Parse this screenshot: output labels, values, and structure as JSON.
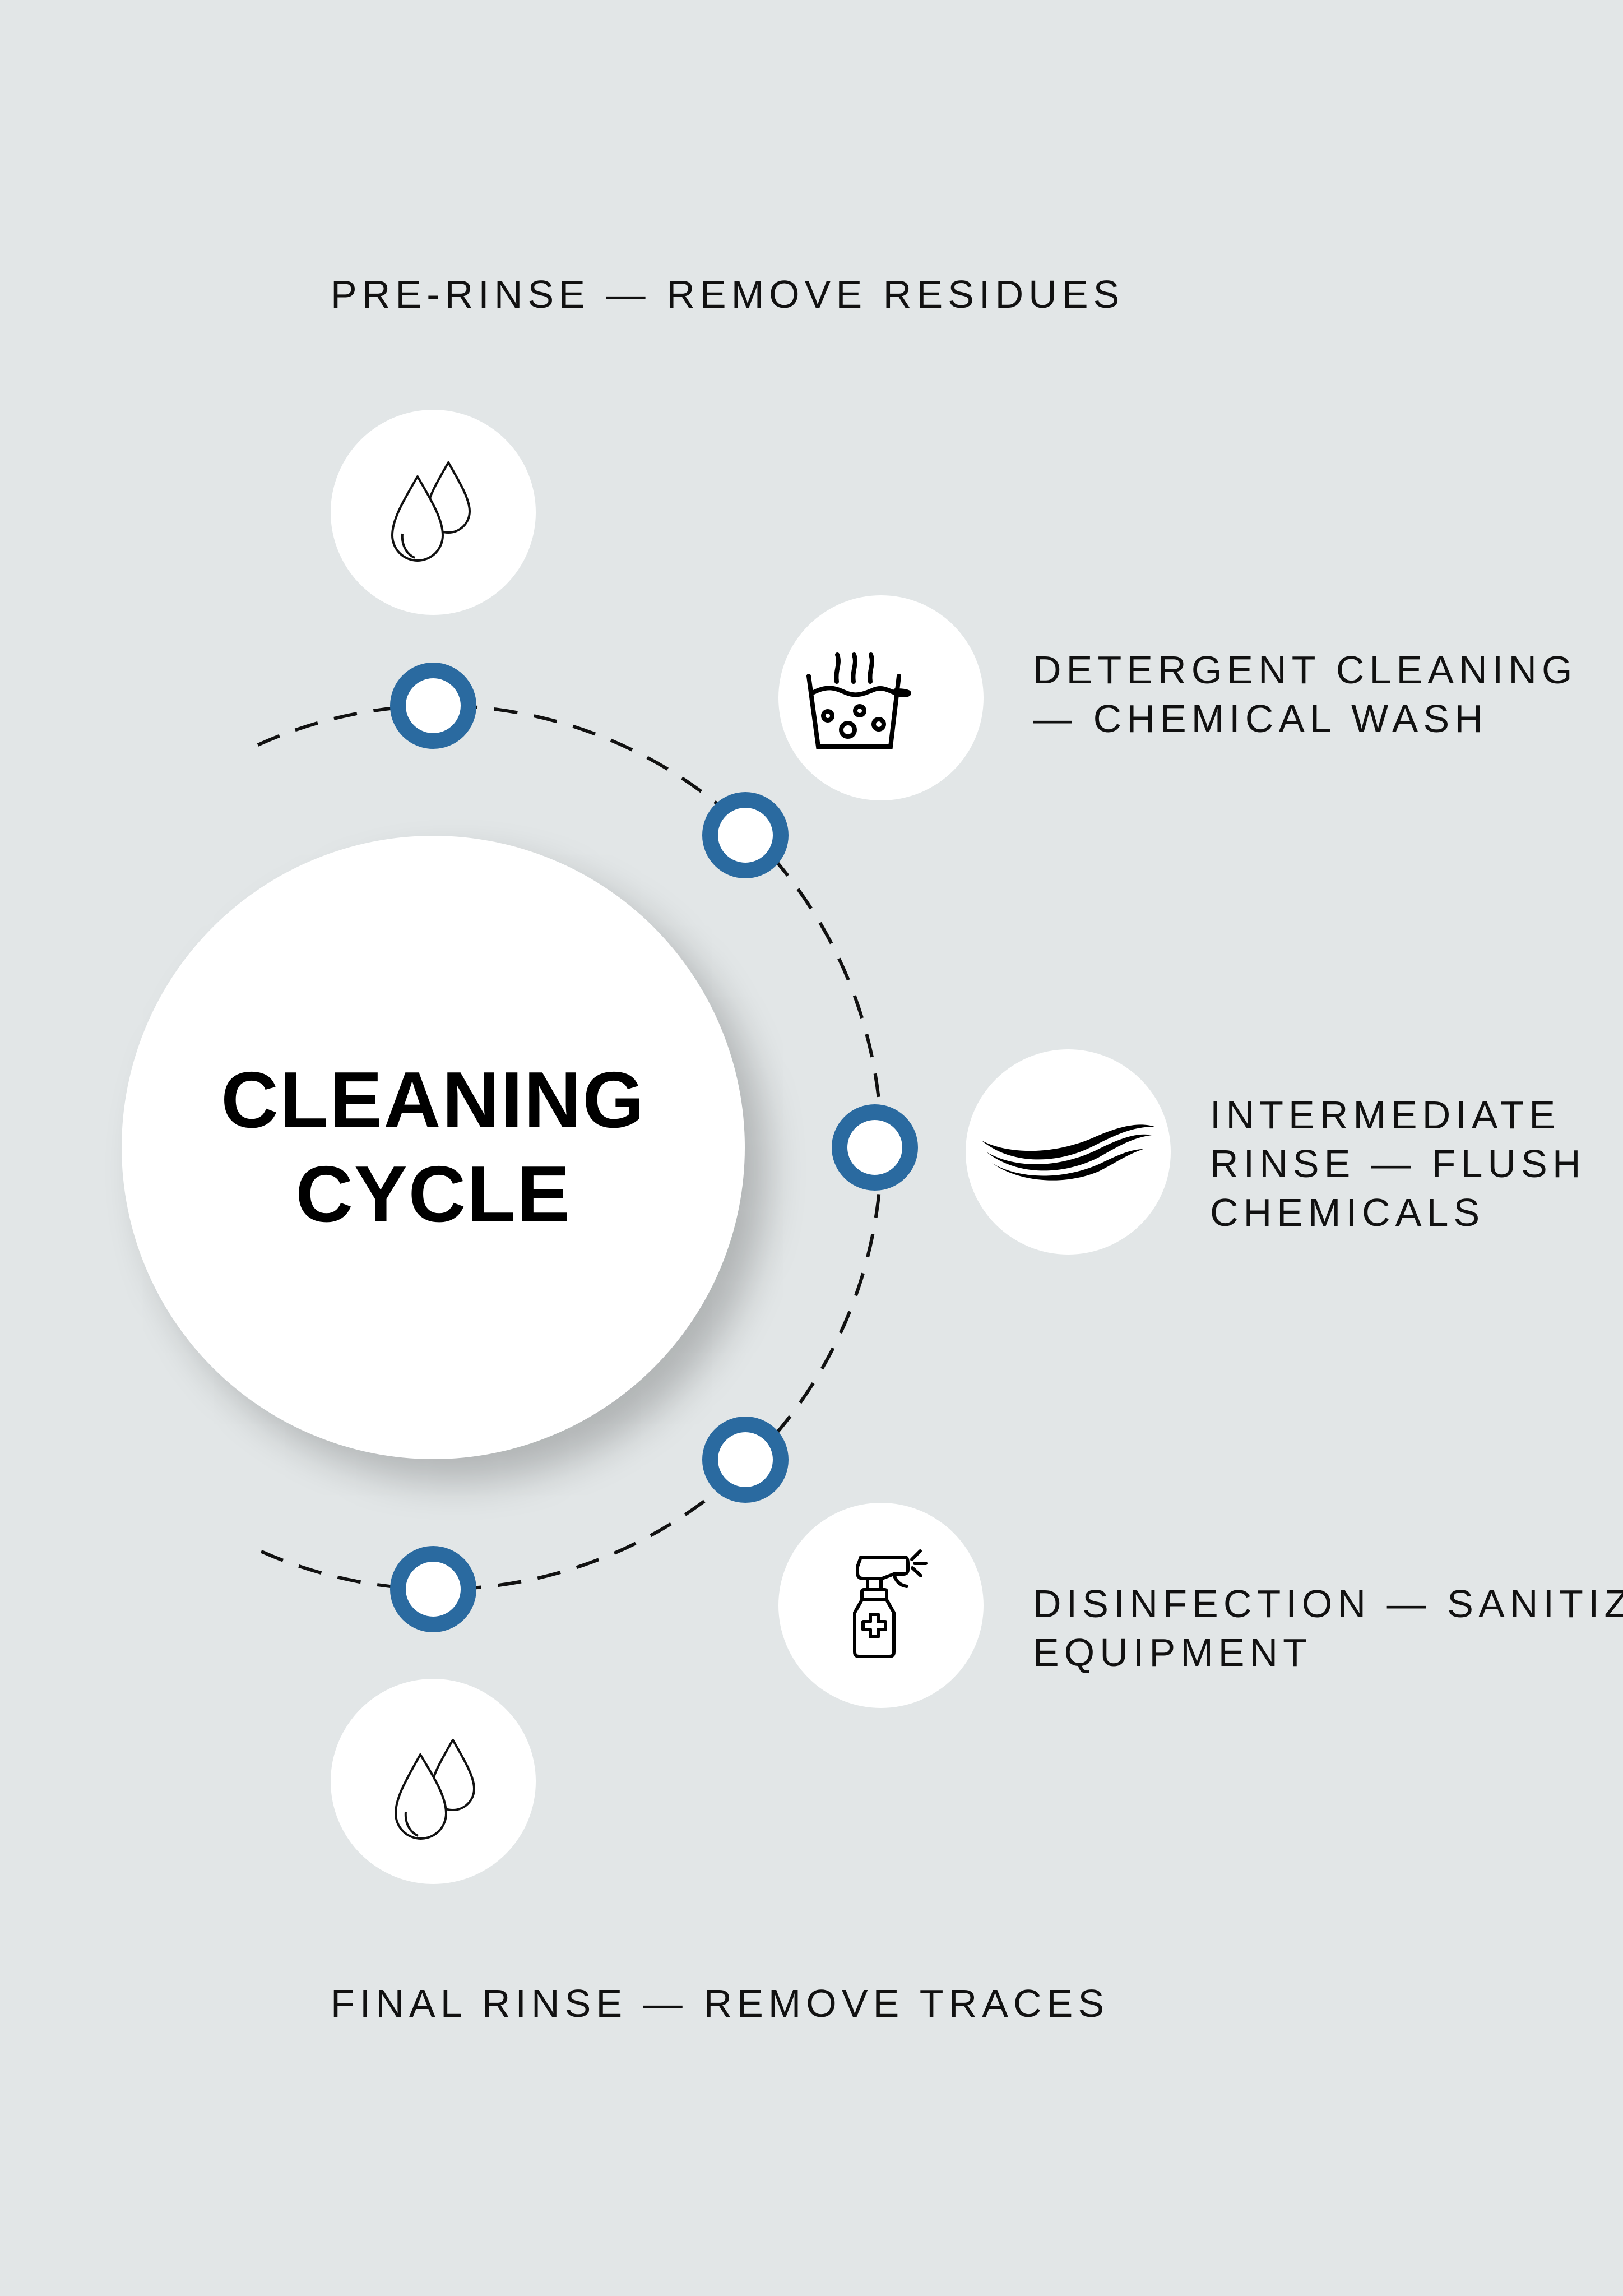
{
  "title": {
    "line1": "CLEANING",
    "line2": "CYCLE"
  },
  "steps": [
    {
      "label_lines": [
        "PRE-RINSE — REMOVE RESIDUES"
      ],
      "icon": "water-drops-icon"
    },
    {
      "label_lines": [
        "DETERGENT CLEANING",
        "— CHEMICAL WASH"
      ],
      "icon": "hot-wash-basin-icon"
    },
    {
      "label_lines": [
        "INTERMEDIATE",
        "RINSE — FLUSH",
        "CHEMICALS"
      ],
      "icon": "water-flow-icon"
    },
    {
      "label_lines": [
        "DISINFECTION — SANITIZE",
        "EQUIPMENT"
      ],
      "icon": "spray-bottle-icon"
    },
    {
      "label_lines": [
        "FINAL RINSE — REMOVE TRACES"
      ],
      "icon": "water-drops-icon"
    }
  ],
  "colors": {
    "background": "#e2e6e7",
    "accent": "#2a6aa0",
    "icon": "#000000"
  }
}
